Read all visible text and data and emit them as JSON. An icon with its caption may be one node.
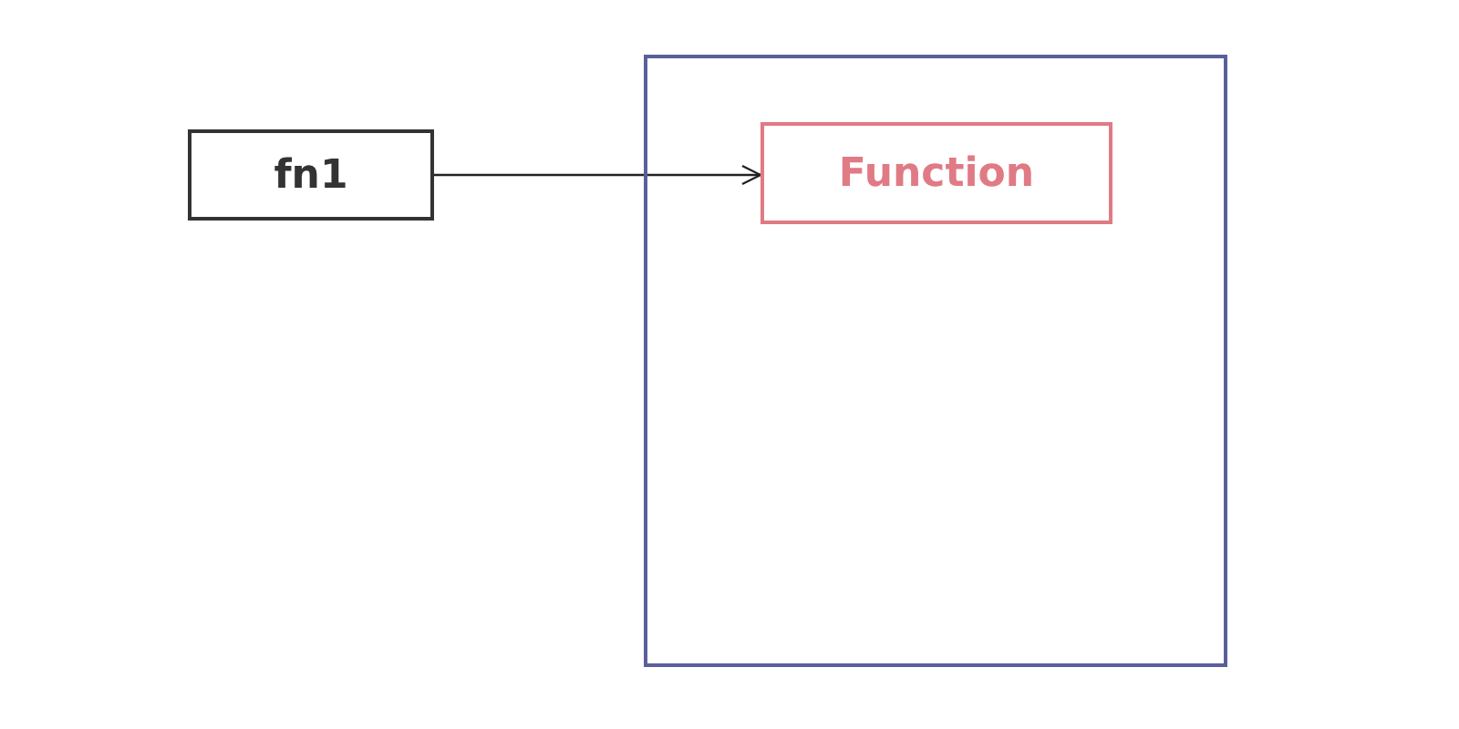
{
  "diagram": {
    "nodes": [
      {
        "text": [
          "fn1"
        ]
      },
      {
        "text": [],
        "shape": "box"
      },
      {
        "text": [
          "Function"
        ],
        "in": 1
      }
    ],
    "edges": [
      {
        "from": 0,
        "to": 2,
        "arrow": "to"
      }
    ]
  }
}
